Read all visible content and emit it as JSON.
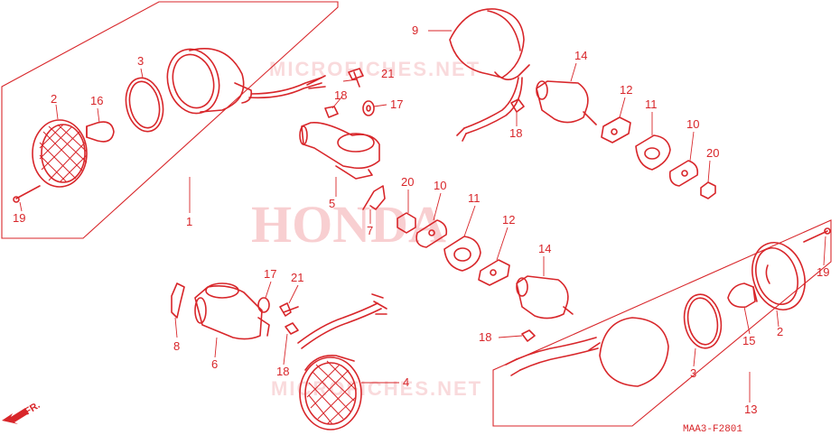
{
  "watermarks": {
    "brand": "HONDA",
    "site_top": "MICROFICHES.NET",
    "site_bottom": "MICROFICHES.NET"
  },
  "diagram_code": "MAA3-F2801",
  "direction_label": "FR.",
  "colors": {
    "line": "#d8262a",
    "watermark": "#f4a9ad"
  },
  "callouts": {
    "c1": "1",
    "c2a": "2",
    "c2b": "2",
    "c3a": "3",
    "c3b": "3",
    "c4": "4",
    "c5": "5",
    "c6": "6",
    "c7": "7",
    "c8": "8",
    "c9": "9",
    "c10a": "10",
    "c10b": "10",
    "c11a": "11",
    "c11b": "11",
    "c12a": "12",
    "c12b": "12",
    "c13": "13",
    "c14a": "14",
    "c14b": "14",
    "c15": "15",
    "c16": "16",
    "c17a": "17",
    "c17b": "17",
    "c18a": "18",
    "c18b": "18",
    "c18c": "18",
    "c18d": "18",
    "c19a": "19",
    "c19b": "19",
    "c20a": "20",
    "c20b": "20",
    "c21a": "21",
    "c21b": "21"
  }
}
